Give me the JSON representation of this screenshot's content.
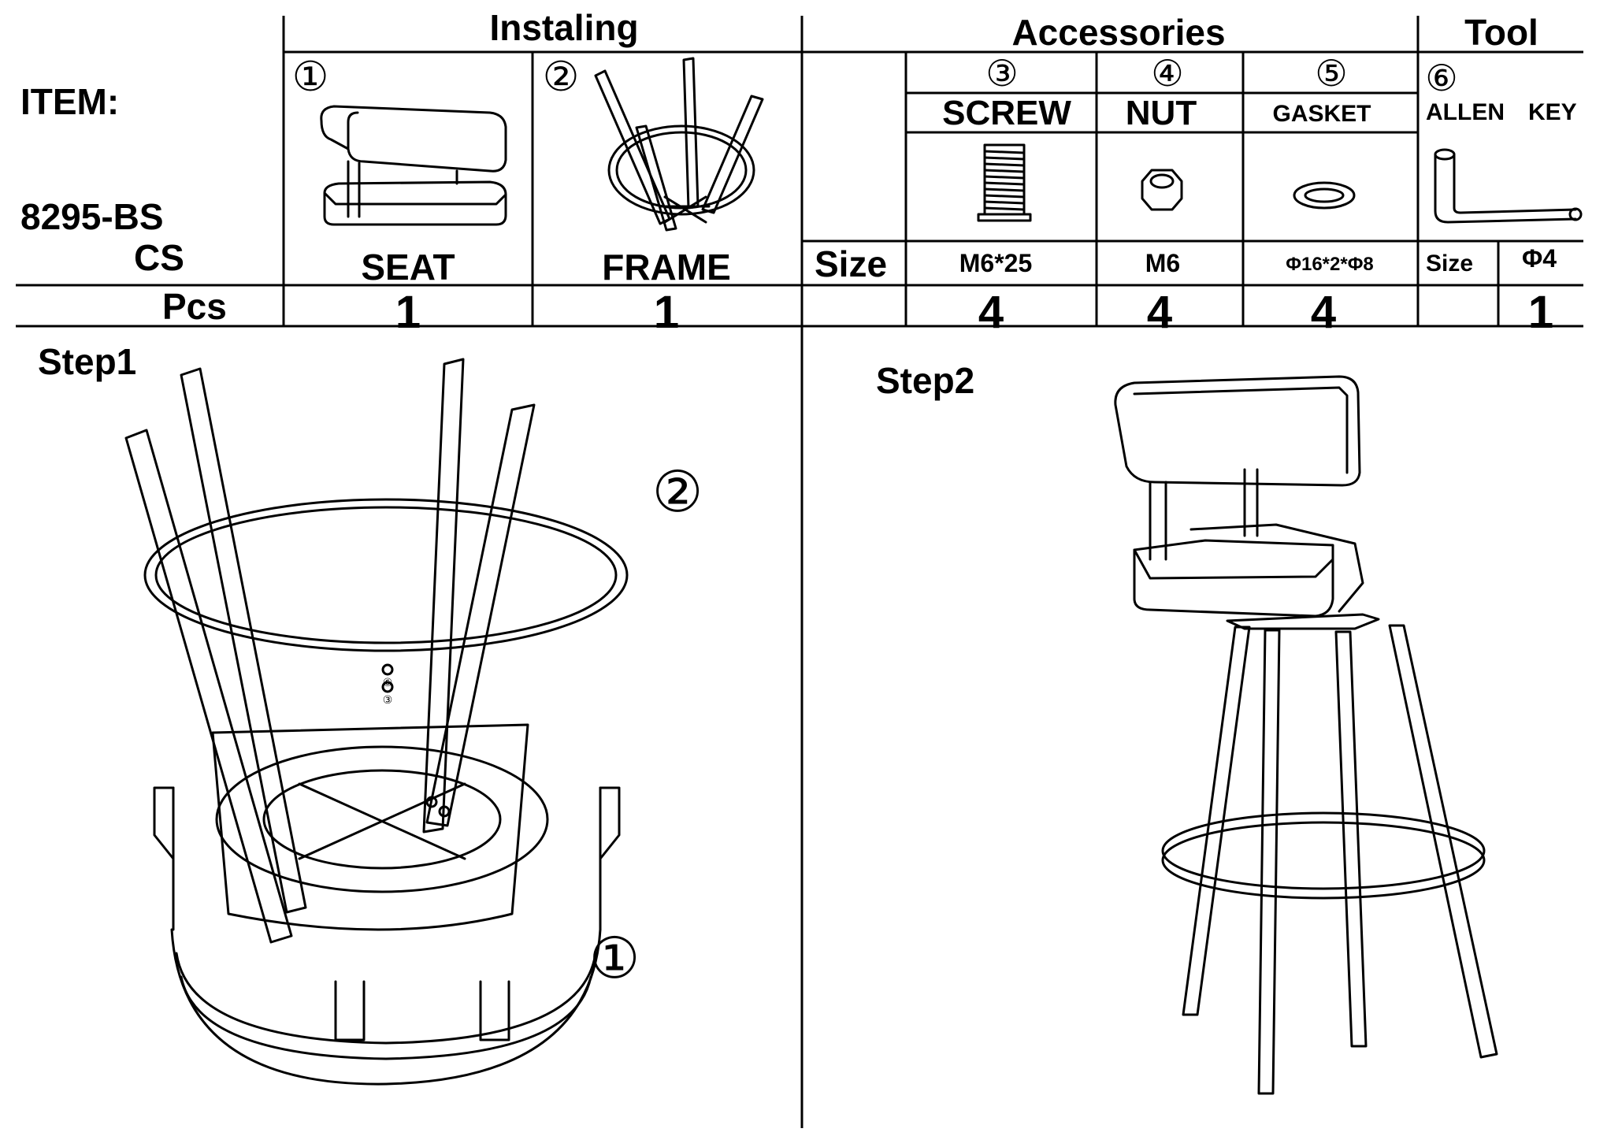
{
  "header": {
    "item_label": "ITEM:",
    "model_line1": "8295-BS",
    "model_line2": "CS",
    "pcs_label": "Pcs",
    "size_label": "Size",
    "size_label_tool": "Size",
    "group_installing": "Instaling",
    "group_accessories": "Accessories",
    "group_tool": "Tool"
  },
  "parts": [
    {
      "marker": "①",
      "name": "SEAT",
      "pcs": "1"
    },
    {
      "marker": "②",
      "name": "FRAME",
      "pcs": "1"
    }
  ],
  "accessories": [
    {
      "marker": "③",
      "name": "SCREW",
      "size": "M6*25",
      "pcs": "4"
    },
    {
      "marker": "④",
      "name": "NUT",
      "size": "M6",
      "pcs": "4"
    },
    {
      "marker": "⑤",
      "name": "GASKET",
      "size": "Φ16*2*Φ8",
      "pcs": "4"
    }
  ],
  "tool": {
    "marker": "⑥",
    "name_part1": "ALLEN",
    "name_part2": "KEY",
    "size": "Φ4",
    "pcs": "1"
  },
  "step1": {
    "title": "Step1",
    "callout_frame": "②",
    "callout_seat": "①",
    "small_marks": [
      "⑥",
      "③"
    ]
  },
  "step2": {
    "title": "Step2"
  },
  "icons": [
    "seat-drawing",
    "frame-drawing",
    "screw-icon",
    "nut-icon",
    "gasket-icon",
    "allen-key-icon"
  ]
}
